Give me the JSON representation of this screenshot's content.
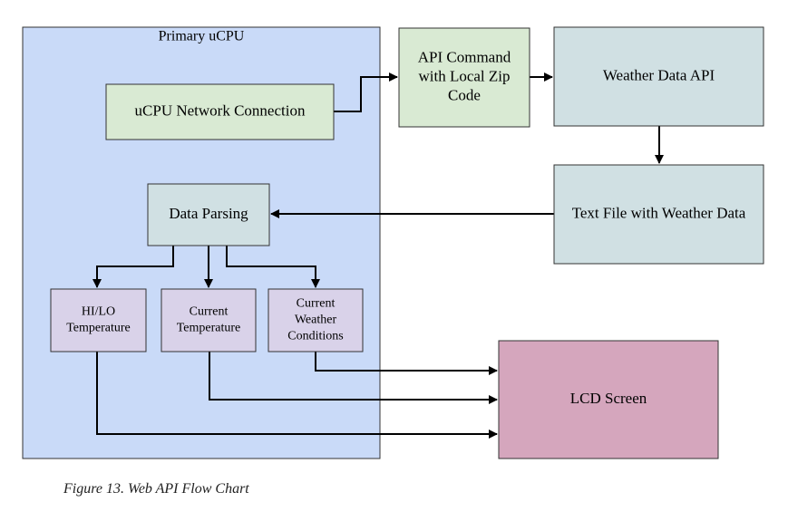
{
  "diagram": {
    "container": {
      "label": "Primary uCPU",
      "fill": "#c9daf8",
      "stroke": "#333333"
    },
    "nodes": [
      {
        "id": "network",
        "lines": [
          "uCPU Network Connection"
        ],
        "fill": "#d9ead3"
      },
      {
        "id": "api-command",
        "lines": [
          "API Command",
          "with Local Zip",
          "Code"
        ],
        "fill": "#d9ead3"
      },
      {
        "id": "weather-api",
        "lines": [
          "Weather Data API"
        ],
        "fill": "#d0e0e3"
      },
      {
        "id": "text-file",
        "lines": [
          "Text File with Weather Data"
        ],
        "fill": "#d0e0e3"
      },
      {
        "id": "data-parsing",
        "lines": [
          "Data Parsing"
        ],
        "fill": "#d0e0e3"
      },
      {
        "id": "hilo-temp",
        "lines": [
          "HI/LO",
          "Temperature"
        ],
        "fill": "#d9d2e9"
      },
      {
        "id": "current-temp",
        "lines": [
          "Current",
          "Temperature"
        ],
        "fill": "#d9d2e9"
      },
      {
        "id": "current-conditions",
        "lines": [
          "Current",
          "Weather",
          "Conditions"
        ],
        "fill": "#d9d2e9"
      },
      {
        "id": "lcd-screen",
        "lines": [
          "LCD Screen"
        ],
        "fill": "#d5a6bd"
      }
    ],
    "edges": [
      {
        "from": "network",
        "to": "api-command"
      },
      {
        "from": "api-command",
        "to": "weather-api"
      },
      {
        "from": "weather-api",
        "to": "text-file"
      },
      {
        "from": "text-file",
        "to": "data-parsing"
      },
      {
        "from": "data-parsing",
        "to": "hilo-temp"
      },
      {
        "from": "data-parsing",
        "to": "current-temp"
      },
      {
        "from": "data-parsing",
        "to": "current-conditions"
      },
      {
        "from": "current-conditions",
        "to": "lcd-screen"
      },
      {
        "from": "current-temp",
        "to": "lcd-screen"
      },
      {
        "from": "hilo-temp",
        "to": "lcd-screen"
      }
    ],
    "node_stroke": "#333333",
    "edge_color": "#000000"
  },
  "caption": "Figure 13. Web API Flow Chart"
}
